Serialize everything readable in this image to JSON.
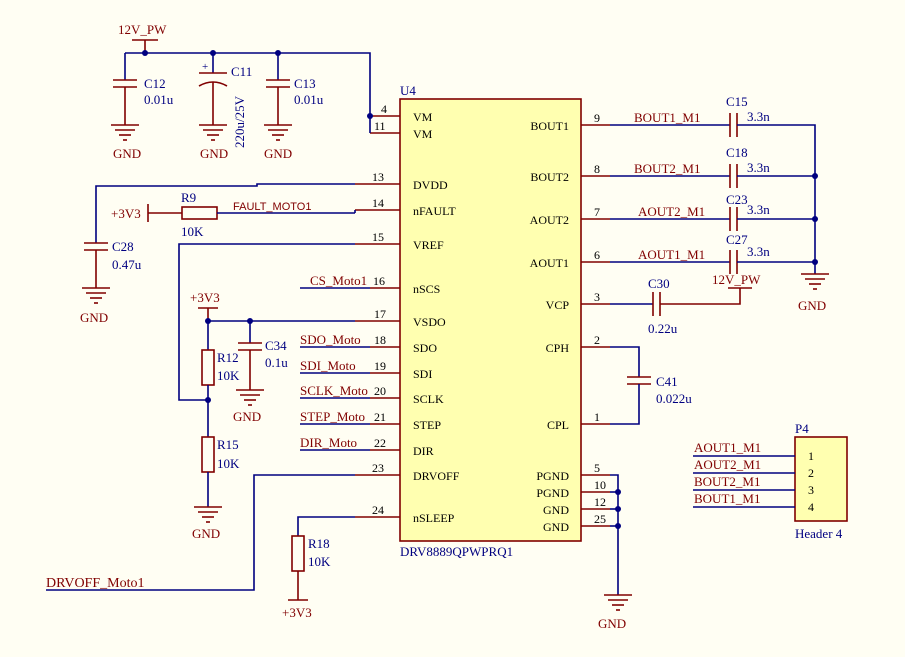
{
  "ic": {
    "ref": "U4",
    "part": "DRV8889QPWPRQ1",
    "left_pins": [
      {
        "num": "4",
        "name": "VM"
      },
      {
        "num": "11",
        "name": "VM"
      },
      {
        "num": "13",
        "name": "DVDD"
      },
      {
        "num": "14",
        "name": "nFAULT"
      },
      {
        "num": "15",
        "name": "VREF"
      },
      {
        "num": "16",
        "name": "nSCS"
      },
      {
        "num": "17",
        "name": "VSDO"
      },
      {
        "num": "18",
        "name": "SDO"
      },
      {
        "num": "19",
        "name": "SDI"
      },
      {
        "num": "20",
        "name": "SCLK"
      },
      {
        "num": "21",
        "name": "STEP"
      },
      {
        "num": "22",
        "name": "DIR"
      },
      {
        "num": "23",
        "name": "DRVOFF"
      },
      {
        "num": "24",
        "name": "nSLEEP"
      }
    ],
    "right_pins": [
      {
        "num": "9",
        "name": "BOUT1"
      },
      {
        "num": "8",
        "name": "BOUT2"
      },
      {
        "num": "7",
        "name": "AOUT2"
      },
      {
        "num": "6",
        "name": "AOUT1"
      },
      {
        "num": "3",
        "name": "VCP"
      },
      {
        "num": "2",
        "name": "CPH"
      },
      {
        "num": "1",
        "name": "CPL"
      },
      {
        "num": "5",
        "name": "PGND"
      },
      {
        "num": "10",
        "name": "PGND"
      },
      {
        "num": "12",
        "name": "GND"
      },
      {
        "num": "25",
        "name": "GND"
      }
    ]
  },
  "power": {
    "v12_top": "12V_PW",
    "v12_vcp": "12V_PW",
    "v33_r9": "+3V3",
    "v33_r12": "+3V3",
    "v33_r18": "+3V3",
    "gnd": "GND"
  },
  "caps": {
    "c12": {
      "ref": "C12",
      "val": "0.01u"
    },
    "c11": {
      "ref": "C11",
      "val": "220u/25V"
    },
    "c13": {
      "ref": "C13",
      "val": "0.01u"
    },
    "c28": {
      "ref": "C28",
      "val": "0.47u"
    },
    "c34": {
      "ref": "C34",
      "val": "0.1u"
    },
    "c15": {
      "ref": "C15",
      "val": "3.3n"
    },
    "c18": {
      "ref": "C18",
      "val": "3.3n"
    },
    "c23": {
      "ref": "C23",
      "val": "3.3n"
    },
    "c27": {
      "ref": "C27",
      "val": "3.3n"
    },
    "c30": {
      "ref": "C30",
      "val": "0.22u"
    },
    "c41": {
      "ref": "C41",
      "val": "0.022u"
    }
  },
  "resistors": {
    "r9": {
      "ref": "R9",
      "val": "10K"
    },
    "r12": {
      "ref": "R12",
      "val": "10K"
    },
    "r15": {
      "ref": "R15",
      "val": "10K"
    },
    "r18": {
      "ref": "R18",
      "val": "10K"
    }
  },
  "nets": {
    "fault": "FAULT_MOTO1",
    "cs": "CS_Moto1",
    "sdo": "SDO_Moto",
    "sdi": "SDI_Moto",
    "sclk": "SCLK_Moto",
    "step": "STEP_Moto",
    "dir": "DIR_Moto",
    "drvoff": "DRVOFF_Moto1",
    "bout1": "BOUT1_M1",
    "bout2": "BOUT2_M1",
    "aout2": "AOUT2_M1",
    "aout1": "AOUT1_M1"
  },
  "header": {
    "ref": "P4",
    "name": "Header 4",
    "pins": [
      "1",
      "2",
      "3",
      "4"
    ],
    "nets": [
      "AOUT1_M1",
      "AOUT2_M1",
      "BOUT2_M1",
      "BOUT1_M1"
    ]
  },
  "colors": {
    "wire": "#000080",
    "part": "#800000",
    "ic_fill": "#ffffb0",
    "background": "#fffef3"
  }
}
